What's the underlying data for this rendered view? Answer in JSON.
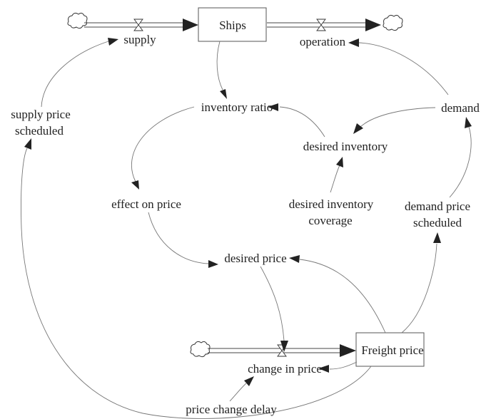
{
  "stocks": {
    "ships": "Ships",
    "freight_price": "Freight price"
  },
  "flows": {
    "supply": "supply",
    "operation": "operation",
    "change_in_price": "change in price"
  },
  "variables": {
    "inventory_ratio": "inventory ratio",
    "demand": "demand",
    "desired_inventory": "desired inventory",
    "supply_price_scheduled_line1": "supply price",
    "supply_price_scheduled_line2": "scheduled",
    "effect_on_price": "effect on price",
    "desired_inventory_coverage_line1": "desired inventory",
    "desired_inventory_coverage_line2": "coverage",
    "demand_price_scheduled_line1": "demand price",
    "demand_price_scheduled_line2": "scheduled",
    "desired_price": "desired price",
    "price_change_delay": "price change delay"
  }
}
